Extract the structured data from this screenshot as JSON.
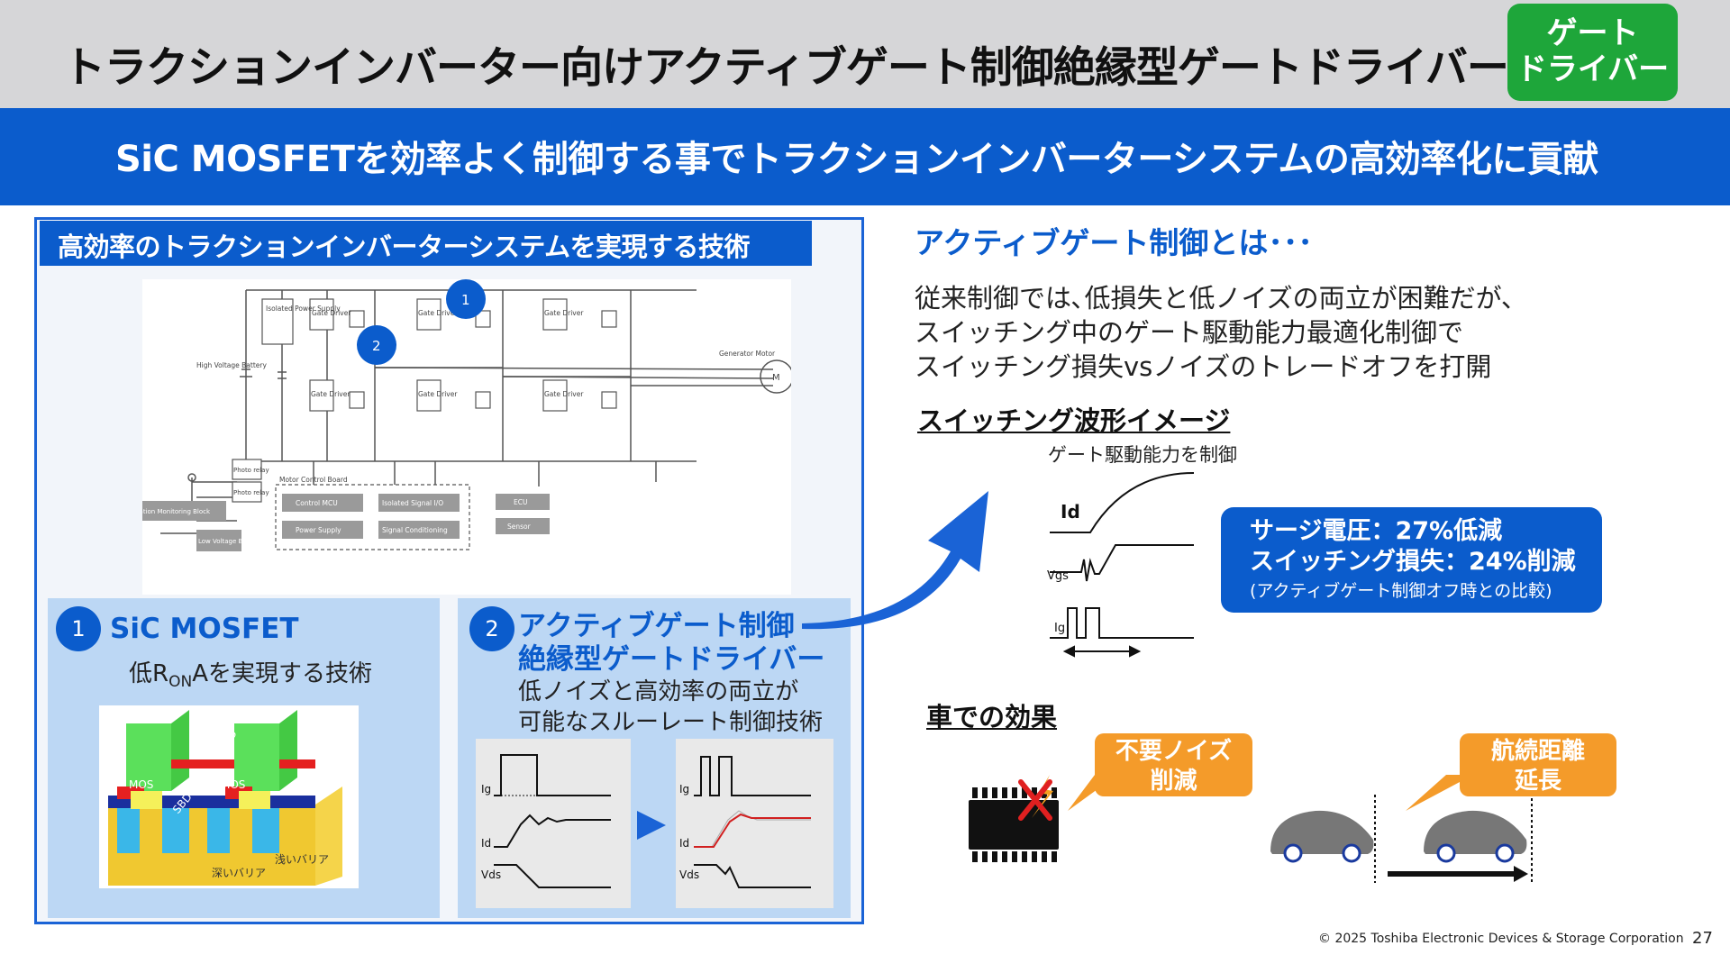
{
  "header": {
    "title": "トラクションインバーター向けアクティブゲート制御絶縁型ゲートドライバー",
    "tag_line1": "ゲート",
    "tag_line2": "ドライバー"
  },
  "banner": "SiC MOSFETを効率よく制御する事でトラクションインバーターシステムの高効率化に貢献",
  "left_panel": {
    "header": "高効率のトラクションインバーターシステムを実現する技術",
    "diagram": {
      "gate_driver": "Gate Driver",
      "isolated_power_supply": "Isolated Power Supply",
      "high_voltage_battery": "High Voltage Battery",
      "generator_motor": "Generator Motor",
      "motor_symbol": "M",
      "photo_relay": "Photo relay",
      "insulation_monitoring": "Insulation Monitoring Block",
      "low_voltage_battery": "Low Voltage Battery",
      "motor_control_board": "Motor Control Board",
      "control_mcu": "Control MCU",
      "isolated_signal_io": "Isolated Signal I/O",
      "power_supply": "Power Supply",
      "signal_conditioning": "Signal Conditioning",
      "ecu": "ECU",
      "sensor": "Sensor",
      "marker1": "1",
      "marker2": "2"
    },
    "card1": {
      "number": "1",
      "title": "SiC MOSFET",
      "desc_pre": "低R",
      "desc_sub": "ON",
      "desc_post": "Aを実現する技術",
      "img_labels": {
        "mos": "MOS",
        "sbd": "SBD",
        "deep": "深いバリア",
        "shallow": "浅いバリア"
      }
    },
    "card2": {
      "number": "2",
      "title1": "アクティブゲート制御",
      "title2": "絶縁型ゲートドライバー",
      "desc1": "低ノイズと高効率の両立が",
      "desc2": "可能なスルーレート制御技術",
      "labels": {
        "ig": "Ig",
        "id": "Id",
        "vds": "Vds"
      }
    }
  },
  "right_panel": {
    "title": "アクティブゲート制御とは･･･",
    "lines": [
      "従来制御では､低損失と低ノイズの両立が困難だが､",
      "スイッチング中のゲート駆動能力最適化制御で",
      "スイッチング損失vsノイズのトレードオフを打開"
    ],
    "waveform_title": "スイッチング波形イメージ",
    "gate_control": "ゲート駆動能力を制御",
    "labels": {
      "id": "Id",
      "vgs": "Vgs",
      "ig": "Ig"
    },
    "result": {
      "line1": "サージ電圧：27%低減",
      "line2": "スイッチング損失：24%削減",
      "line3": "(アクティブゲート制御オフ時との比較)"
    },
    "car_title": "車での効果",
    "callout1_line1": "不要ノイズ",
    "callout1_line2": "削減",
    "callout2_line1": "航続距離",
    "callout2_line2": "延長"
  },
  "footer": "© 2025 Toshiba Electronic Devices & Storage Corporation",
  "page_number": "27",
  "colors": {
    "primary_blue": "#0b5ccc",
    "tag_green": "#1ea63a",
    "callout_orange": "#f49b2a",
    "title_bar_gray": "#d6d6d8",
    "card_blue": "#bcd7f4"
  }
}
